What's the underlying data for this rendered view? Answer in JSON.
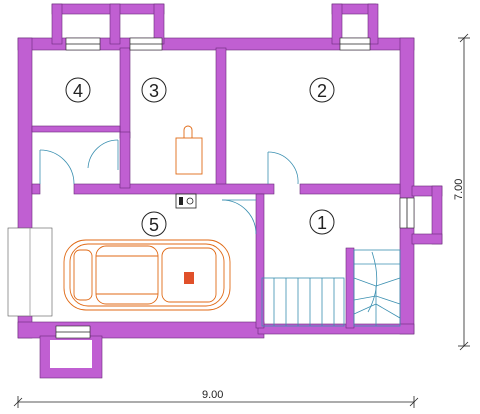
{
  "rooms": [
    {
      "number": "1"
    },
    {
      "number": "2"
    },
    {
      "number": "3"
    },
    {
      "number": "4"
    },
    {
      "number": "5"
    }
  ],
  "dimensions": {
    "width": "9.00",
    "height": "7.00"
  },
  "colors": {
    "wall": "#c05fd2",
    "door": "#3a8fb0",
    "car": "#e06a16",
    "car_marker": "#e0502a"
  }
}
